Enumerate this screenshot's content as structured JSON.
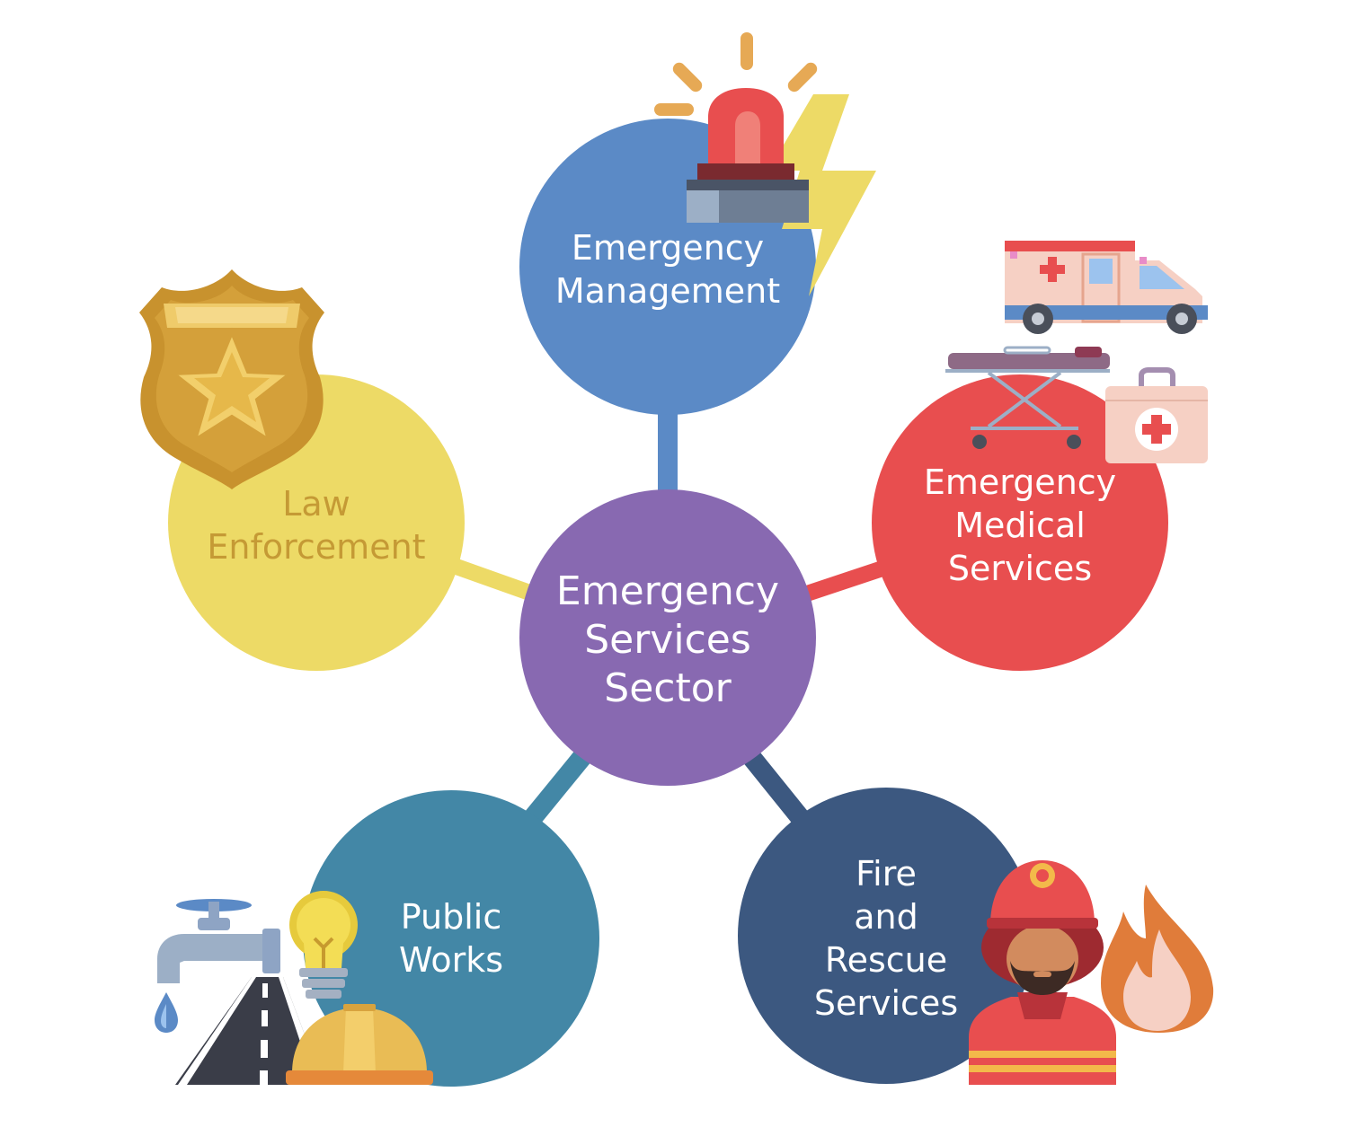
{
  "center": {
    "lines": [
      "Emergency",
      "Services",
      "Sector"
    ],
    "color": "#8869B1"
  },
  "nodes": [
    {
      "key": "emergency-management",
      "lines": [
        "Emergency",
        "Management"
      ],
      "color": "#5B8AC6",
      "text_color": "#FFFFFF",
      "icon": "siren-lightning-icon"
    },
    {
      "key": "emergency-medical-services",
      "lines": [
        "Emergency",
        "Medical",
        "Services"
      ],
      "color": "#E84E4F",
      "text_color": "#FFFFFF",
      "icon": "ambulance-stretcher-firstaid-icon"
    },
    {
      "key": "fire-and-rescue-services",
      "lines": [
        "Fire",
        "and",
        "Rescue",
        "Services"
      ],
      "color": "#3C5880",
      "text_color": "#FFFFFF",
      "icon": "firefighter-flame-icon"
    },
    {
      "key": "public-works",
      "lines": [
        "Public",
        "Works"
      ],
      "color": "#4387A6",
      "text_color": "#FFFFFF",
      "icon": "faucet-road-bulb-hardhat-icon"
    },
    {
      "key": "law-enforcement",
      "lines": [
        "Law",
        "Enforcement"
      ],
      "color": "#EDDA66",
      "text_color": "#C59A35",
      "icon": "police-badge-icon"
    }
  ]
}
